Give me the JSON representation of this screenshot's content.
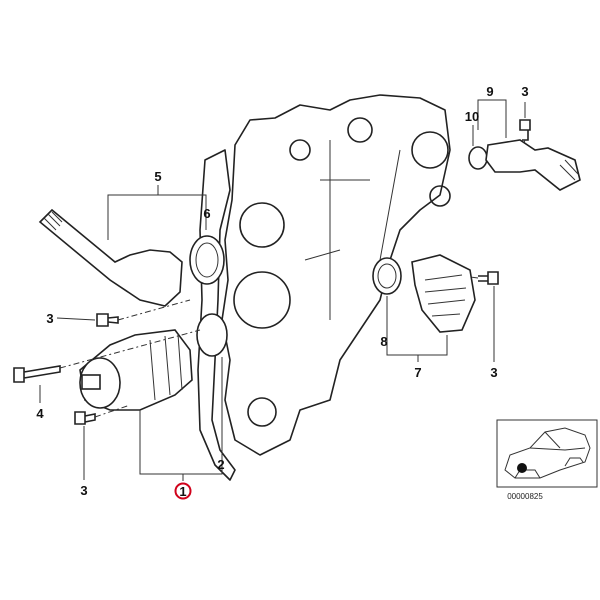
{
  "diagram": {
    "callouts": {
      "c9": "9",
      "c3_top": "3",
      "c10": "10",
      "c5": "5",
      "c6": "6",
      "c3_left": "3",
      "c8": "8",
      "c7": "7",
      "c3_right": "3",
      "c4": "4",
      "c3_bottom": "3",
      "c2": "2",
      "c1": "1"
    },
    "highlight_color": "#d0021b",
    "inset": {
      "code": "00000825"
    }
  }
}
